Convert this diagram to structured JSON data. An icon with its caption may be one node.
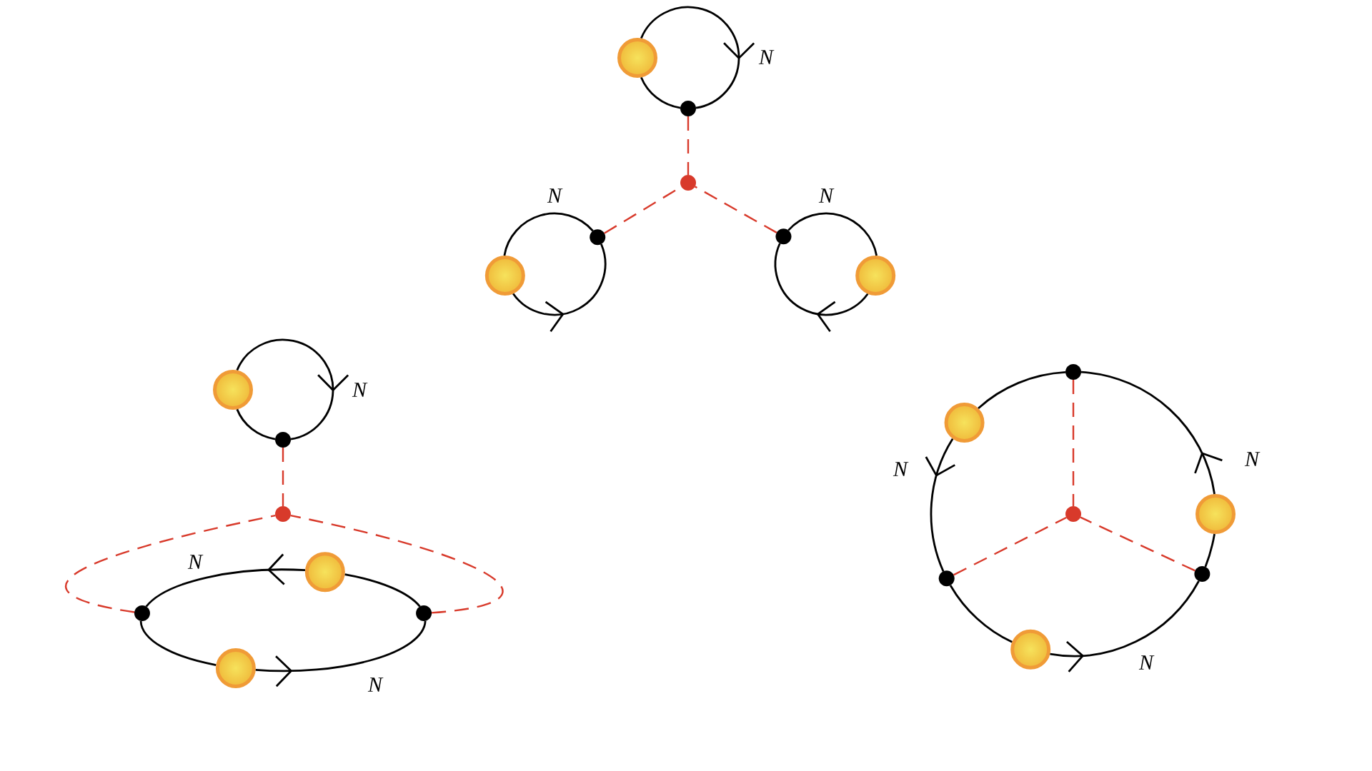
{
  "diagram": {
    "nodes": [
      {
        "text": [],
        "shape": "circle"
      },
      {
        "text": [],
        "shape": "circle"
      },
      {
        "text": [],
        "shape": "circle"
      },
      {
        "text": [],
        "shape": "circle"
      },
      {
        "text": [],
        "shape": "circle"
      },
      {
        "text": [],
        "shape": "circle"
      },
      {
        "text": [],
        "shape": "circle"
      },
      {
        "text": [],
        "shape": "circle"
      },
      {
        "text": [],
        "shape": "circle"
      },
      {
        "text": [],
        "shape": "circle"
      },
      {
        "text": [],
        "shape": "circle"
      },
      {
        "text": [],
        "shape": "circle"
      },
      {
        "text": [],
        "shape": "circle"
      },
      {
        "text": [],
        "shape": "circle"
      },
      {
        "text": [],
        "shape": "circle"
      },
      {
        "text": [],
        "shape": "circle"
      },
      {
        "text": [],
        "shape": "circle"
      },
      {
        "text": [],
        "shape": "circle"
      },
      {
        "text": [],
        "shape": "circle"
      },
      {
        "text": [],
        "shape": "circle"
      },
      {
        "text": [],
        "shape": "circle"
      }
    ],
    "edges": [
      {
        "from": 1,
        "to": 2,
        "arrow": "none",
        "style": "dashed",
        "color": "#d83a2b"
      },
      {
        "from": 3,
        "to": 2,
        "arrow": "none",
        "style": "dashed",
        "color": "#d83a2b"
      },
      {
        "from": 4,
        "to": 2,
        "arrow": "none",
        "style": "dashed",
        "color": "#d83a2b"
      },
      {
        "from": 1,
        "to": 0,
        "arrow": "none"
      },
      {
        "from": 0,
        "to": 1,
        "arrow": "to",
        "label": "N"
      },
      {
        "from": 3,
        "to": 5,
        "arrow": "none",
        "label": "N"
      },
      {
        "from": 5,
        "to": 3,
        "arrow": "to"
      },
      {
        "from": 4,
        "to": 6,
        "arrow": "none",
        "label": "N"
      },
      {
        "from": 6,
        "to": 4,
        "arrow": "to"
      },
      {
        "from": 8,
        "to": 9,
        "arrow": "none",
        "style": "dashed",
        "color": "#d83a2b"
      },
      {
        "from": 11,
        "to": 9,
        "arrow": "none",
        "style": "dashed",
        "color": "#d83a2b"
      },
      {
        "from": 12,
        "to": 9,
        "arrow": "none",
        "style": "dashed",
        "color": "#d83a2b"
      },
      {
        "from": 8,
        "to": 7,
        "arrow": "none"
      },
      {
        "from": 7,
        "to": 8,
        "arrow": "to",
        "label": "N"
      },
      {
        "from": 12,
        "to": 10,
        "arrow": "none"
      },
      {
        "from": 10,
        "to": 11,
        "arrow": "to",
        "label": "N"
      },
      {
        "from": 11,
        "to": 13,
        "arrow": "none"
      },
      {
        "from": 13,
        "to": 12,
        "arrow": "to",
        "label": "N"
      },
      {
        "from": 14,
        "to": 17,
        "arrow": "none",
        "style": "dashed",
        "color": "#d83a2b"
      },
      {
        "from": 18,
        "to": 17,
        "arrow": "none",
        "style": "dashed",
        "color": "#d83a2b"
      },
      {
        "from": 19,
        "to": 17,
        "arrow": "none",
        "style": "dashed",
        "color": "#d83a2b"
      },
      {
        "from": 14,
        "to": 15,
        "arrow": "none"
      },
      {
        "from": 15,
        "to": 18,
        "arrow": "to",
        "label": "N"
      },
      {
        "from": 18,
        "to": 20,
        "arrow": "none"
      },
      {
        "from": 20,
        "to": 19,
        "arrow": "to",
        "label": "N"
      },
      {
        "from": 19,
        "to": 16,
        "arrow": "none"
      },
      {
        "from": 16,
        "to": 14,
        "arrow": "to",
        "label": "N"
      }
    ]
  }
}
